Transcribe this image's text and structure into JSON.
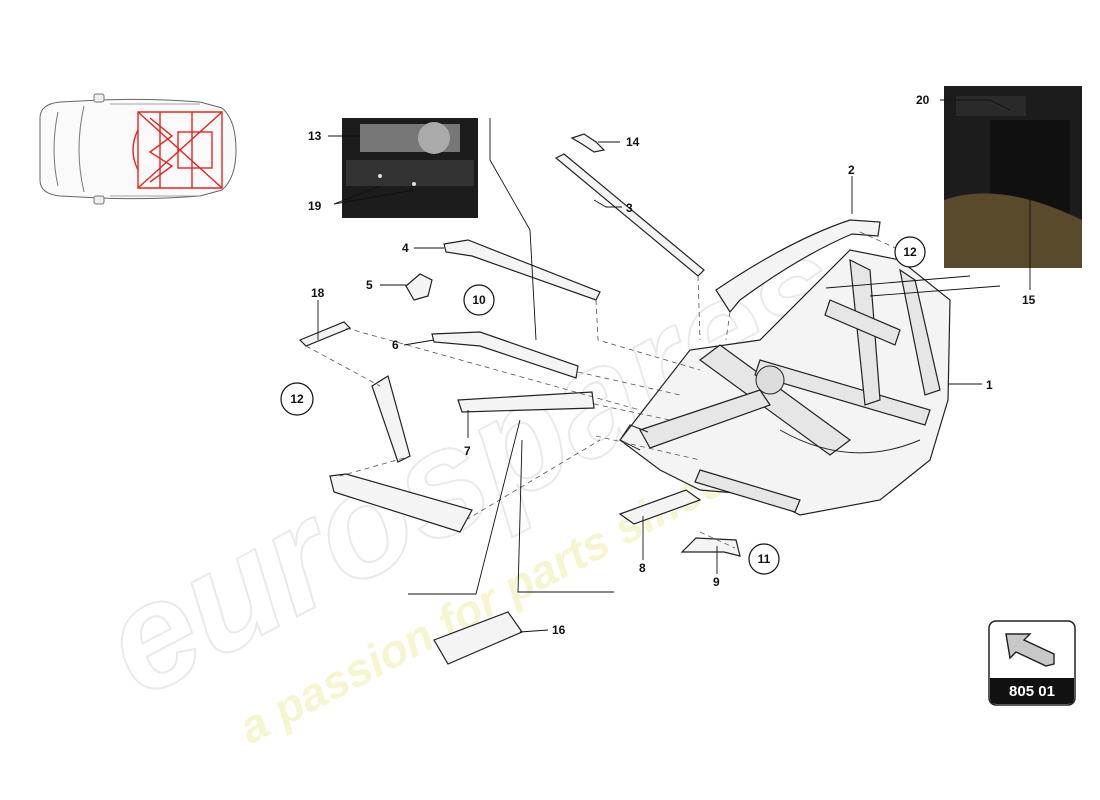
{
  "diagram": {
    "watermark": {
      "brand": "eurospares",
      "tagline": "a passion for parts since 1985"
    },
    "part_labels": [
      "1",
      "2",
      "3",
      "4",
      "5",
      "6",
      "7",
      "8",
      "9",
      "13",
      "14",
      "15",
      "16",
      "18",
      "19",
      "20"
    ],
    "circled_labels": [
      "10",
      "11",
      "12",
      "12"
    ],
    "reference": {
      "code": "805 01",
      "icon": "arrow-icon"
    },
    "colors": {
      "highlight": "#e8241f",
      "ink": "#111111",
      "callout_circle": "#ffffff"
    }
  }
}
